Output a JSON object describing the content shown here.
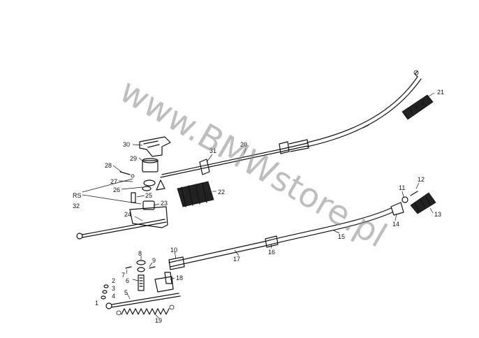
{
  "watermark": {
    "text": "www.BMWstore.pl",
    "color": "#8a8a8a"
  },
  "labels": {
    "l1": "1",
    "l2": "2",
    "l3": "3",
    "l4": "4",
    "l5": "5",
    "l6": "6",
    "l7": "7",
    "l8": "8",
    "l9": "9",
    "l10": "10",
    "l11": "11",
    "l12": "12",
    "l13": "13",
    "l14": "14",
    "l15": "15",
    "l16": "16",
    "l17": "17",
    "l18": "18",
    "l19": "19",
    "l20": "20",
    "l21": "21",
    "l22": "22",
    "l23": "23",
    "l24": "24",
    "l25": "25",
    "l26": "26",
    "l27": "27",
    "l28": "28",
    "l29": "29",
    "l30": "30",
    "l31": "31",
    "rs": "RS",
    "l32": "32"
  },
  "colors": {
    "ink": "#111111",
    "background": "#ffffff"
  }
}
